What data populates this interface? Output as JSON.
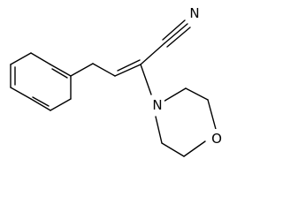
{
  "molecule": {
    "atoms": {
      "nitrile_nitrogen": "N",
      "amine_nitrogen": "N",
      "ring_oxygen": "O"
    }
  },
  "colors": {
    "bond": "#000000",
    "background": "#ffffff"
  }
}
